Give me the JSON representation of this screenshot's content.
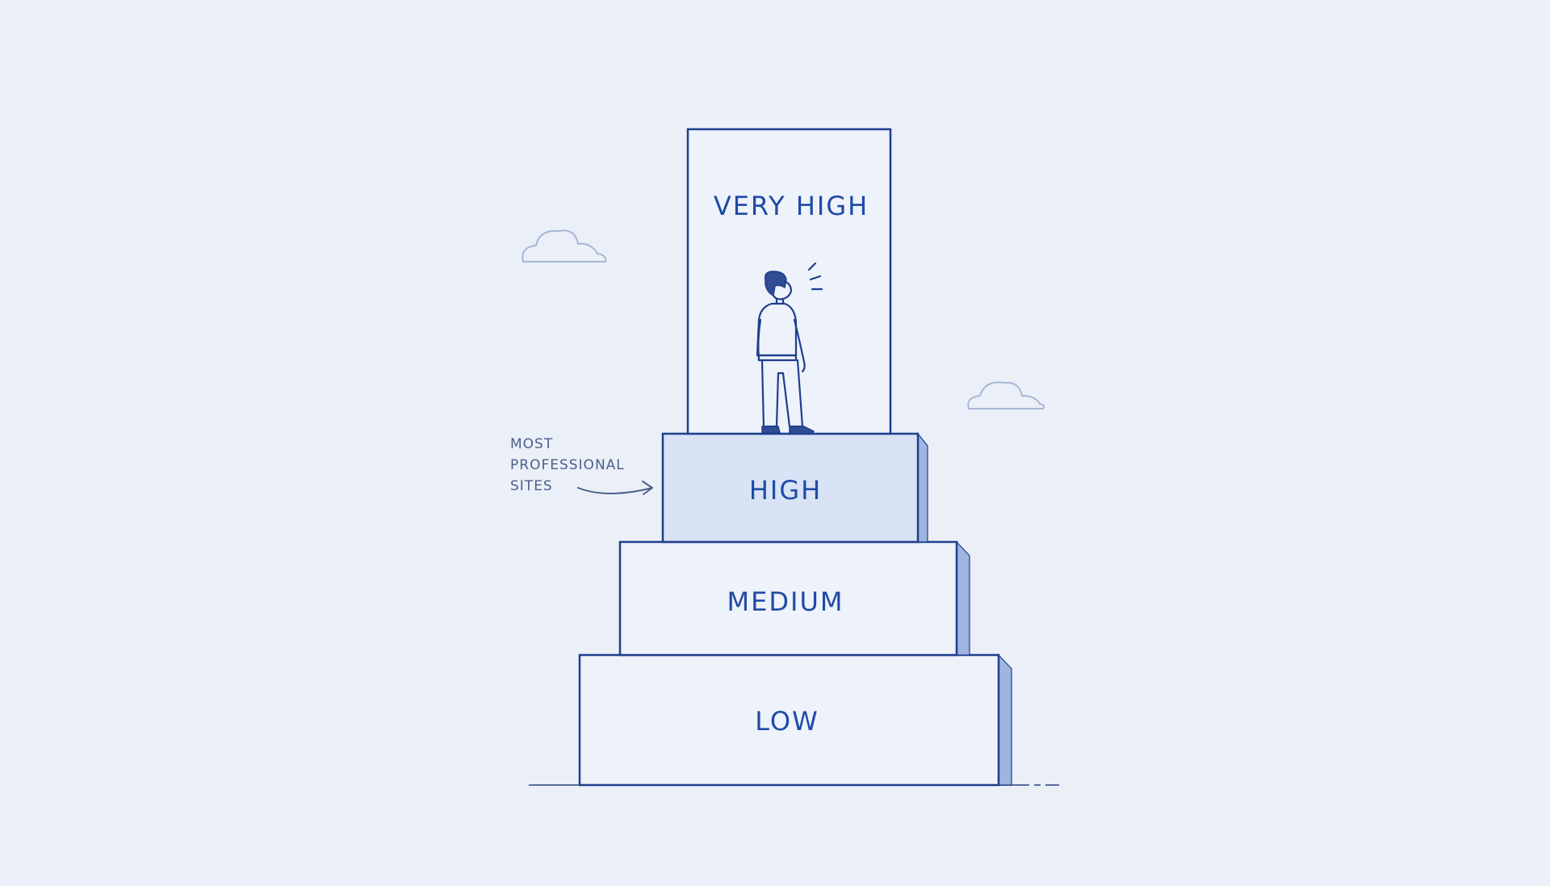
{
  "tiers": {
    "very_high": "VERY HIGH",
    "high": "HIGH",
    "medium": "MEDIUM",
    "low": "LOW"
  },
  "annotation": {
    "line1": "MOST",
    "line2": "PROFESSIONAL",
    "line3": "SITES"
  },
  "colors": {
    "ink": "#1e3f8e",
    "label": "#1f4aa6",
    "highlight_fill": "#d8e3f6",
    "background": "#ebf0f8"
  }
}
